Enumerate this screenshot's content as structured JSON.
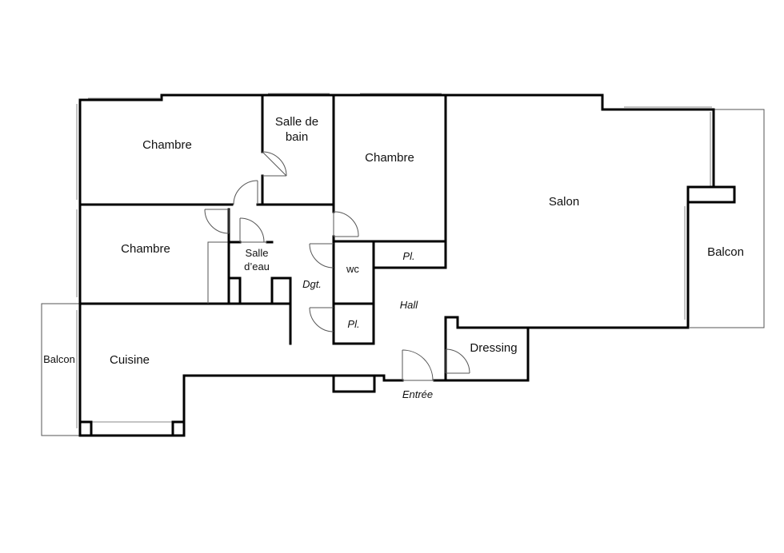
{
  "rooms": {
    "chambre_1": "Chambre",
    "salle_de_bain_line1": "Salle de",
    "salle_de_bain_line2": "bain",
    "chambre_2": "Chambre",
    "salon": "Salon",
    "balcon_right": "Balcon",
    "chambre_3": "Chambre",
    "salle_deau_line1": "Salle",
    "salle_deau_line2": "d’eau",
    "wc": "wc",
    "placard_1": "Pl.",
    "degagement": "Dgt.",
    "hall": "Hall",
    "placard_2": "Pl.",
    "balcon_left": "Balcon",
    "cuisine": "Cuisine",
    "dressing": "Dressing",
    "entree": "Entrée"
  }
}
